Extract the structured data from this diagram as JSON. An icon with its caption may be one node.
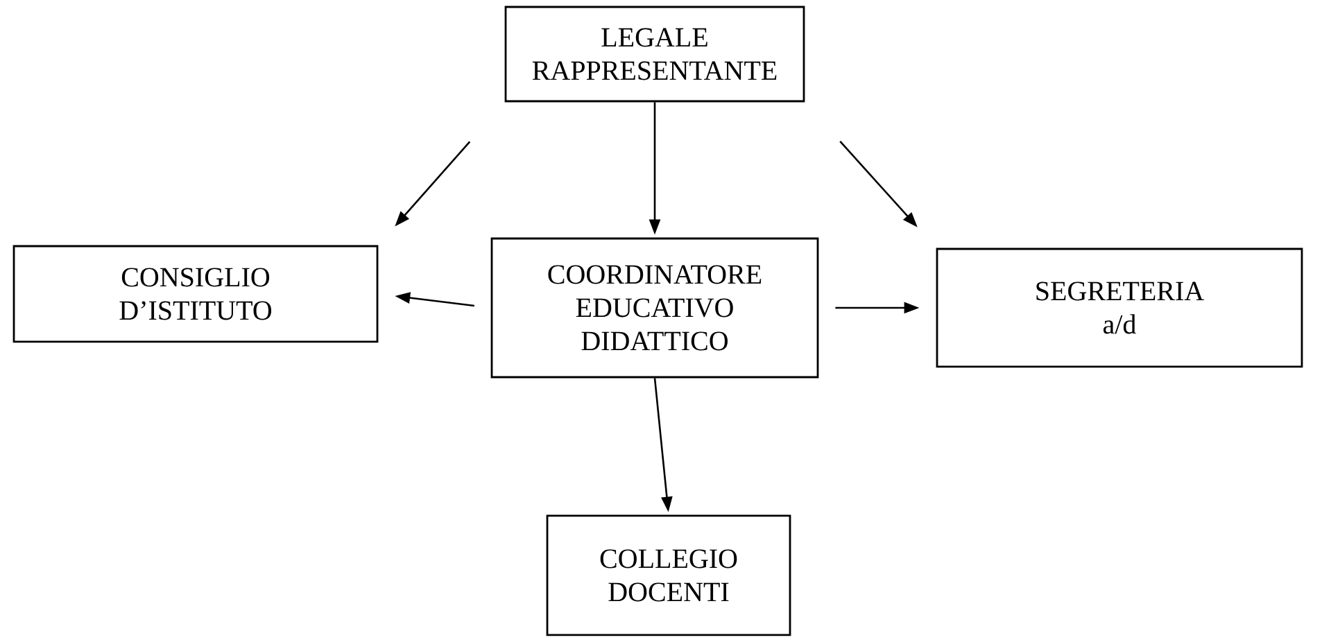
{
  "diagram": {
    "nodes": [
      {
        "text": [
          "LEGALE RAPPRESENTANTE"
        ]
      },
      {
        "text": [
          "CONSIGLIO D’ISTITUTO"
        ]
      },
      {
        "text": [
          "COORDINATORE EDUCATIVO DIDATTICO"
        ]
      },
      {
        "text": [
          "SEGRETERIA a/d"
        ]
      },
      {
        "text": [
          "COLLEGIO DOCENTI"
        ]
      }
    ],
    "edges": [
      {
        "from": 0,
        "to": 1,
        "arrow": "to"
      },
      {
        "from": 0,
        "to": 2,
        "arrow": "to"
      },
      {
        "from": 0,
        "to": 3,
        "arrow": "to"
      },
      {
        "from": 2,
        "to": 1,
        "arrow": "to"
      },
      {
        "from": 2,
        "to": 3,
        "arrow": "to"
      },
      {
        "from": 2,
        "to": 4,
        "arrow": "to"
      }
    ]
  }
}
